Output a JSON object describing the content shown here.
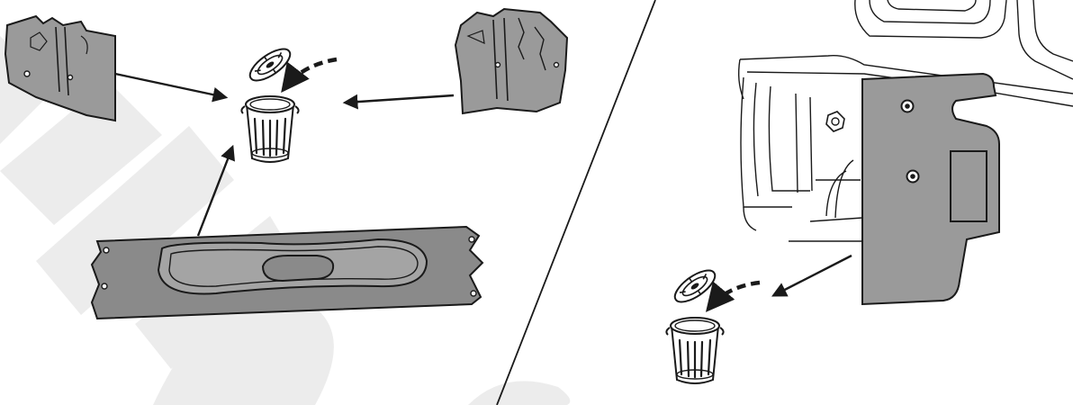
{
  "figure": {
    "panels": [
      {
        "id": "left",
        "items": [
          "bracket-left",
          "bracket-right",
          "sill-plate",
          "trash-can",
          "arrows"
        ]
      },
      {
        "id": "right",
        "items": [
          "body-sheetmetal",
          "trim-panel",
          "trash-can",
          "arrows"
        ]
      }
    ],
    "colors": {
      "part_fill": "#9a9a9a",
      "part_fill_dark": "#8a8a8a",
      "line": "#1a1a1a",
      "watermark": "#ececec",
      "background": "#ffffff"
    },
    "icons": [
      "trash-can-icon",
      "trash-can-icon"
    ]
  }
}
